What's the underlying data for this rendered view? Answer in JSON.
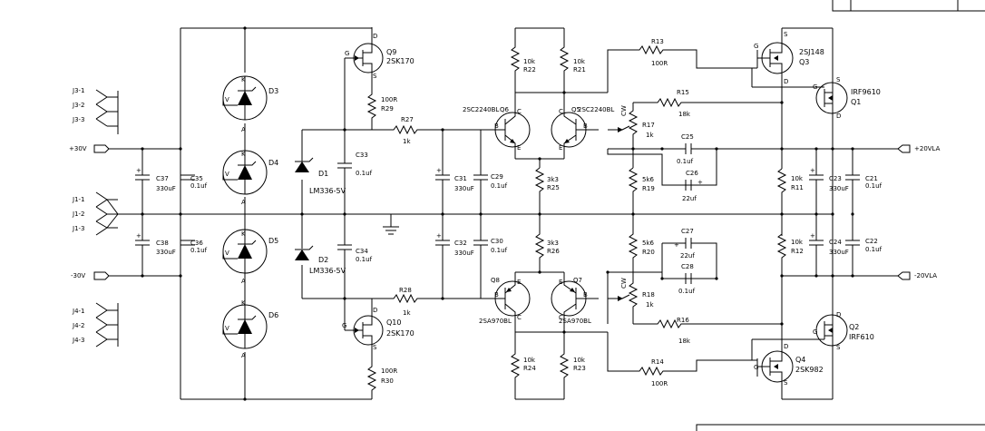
{
  "connectors": {
    "j3_1": "J3-1",
    "j3_2": "J3-2",
    "j3_3": "J3-3",
    "pos30": "+30V",
    "j1_1": "J1-1",
    "j1_2": "J1-2",
    "j1_3": "J1-3",
    "neg30": "-30V",
    "j4_1": "J4-1",
    "j4_2": "J4-2",
    "j4_3": "J4-3",
    "out_pos": "+20VLA",
    "out_neg": "-20VLA"
  },
  "pin_labels": {
    "k": "K",
    "a": "A",
    "v": "V",
    "g": "G",
    "s": "S",
    "d": "D",
    "b": "B",
    "c": "C",
    "e": "E",
    "cw": "CW"
  },
  "components": {
    "c37": {
      "ref": "C37",
      "val": "330uF"
    },
    "c35": {
      "ref": "C35",
      "val": "0.1uf"
    },
    "c38": {
      "ref": "C38",
      "val": "330uF"
    },
    "c36": {
      "ref": "C36",
      "val": "0.1uf"
    },
    "d3": {
      "ref": "D3"
    },
    "d4": {
      "ref": "D4"
    },
    "d5": {
      "ref": "D5"
    },
    "d6": {
      "ref": "D6"
    },
    "d1": {
      "ref": "D1",
      "val": "LM336-5V"
    },
    "d2": {
      "ref": "D2",
      "val": "LM336-5V"
    },
    "q9": {
      "ref": "Q9",
      "val": "2SK170"
    },
    "q10": {
      "ref": "Q10",
      "val": "2SK170"
    },
    "r29": {
      "ref": "R29",
      "val": "100R"
    },
    "r30": {
      "ref": "R30",
      "val": "100R"
    },
    "c33": {
      "ref": "C33",
      "val": "0.1uf"
    },
    "c34": {
      "ref": "C34",
      "val": "0.1uf"
    },
    "r27": {
      "ref": "R27",
      "val": "1k"
    },
    "r28": {
      "ref": "R28",
      "val": "1k"
    },
    "c31": {
      "ref": "C31",
      "val": "330uF"
    },
    "c29": {
      "ref": "C29",
      "val": "0.1uf"
    },
    "c32": {
      "ref": "C32",
      "val": "330uF"
    },
    "c30": {
      "ref": "C30",
      "val": "0.1uf"
    },
    "r22": {
      "ref": "R22",
      "val": "10k"
    },
    "r21": {
      "ref": "R21",
      "val": "10k"
    },
    "q6": {
      "ref": "Q6",
      "val": "2SC2240BL"
    },
    "q5": {
      "ref": "Q5",
      "val": "2SC2240BL"
    },
    "r25": {
      "ref": "R25",
      "val": "3k3"
    },
    "r26": {
      "ref": "R26",
      "val": "3k3"
    },
    "q8": {
      "ref": "Q8",
      "val": "2SA970BL"
    },
    "q7": {
      "ref": "Q7",
      "val": "2SA970BL"
    },
    "r24": {
      "ref": "R24",
      "val": "10k"
    },
    "r23": {
      "ref": "R23",
      "val": "10k"
    },
    "r13": {
      "ref": "R13",
      "val": "100R"
    },
    "r14": {
      "ref": "R14",
      "val": "100R"
    },
    "r15": {
      "ref": "R15",
      "val": "18k"
    },
    "r16": {
      "ref": "R16",
      "val": "18k"
    },
    "r17": {
      "ref": "R17",
      "val": "1k"
    },
    "r18": {
      "ref": "R18",
      "val": "1k"
    },
    "c25": {
      "ref": "C25",
      "val": "0.1uf"
    },
    "c26": {
      "ref": "C26",
      "val": "22uf"
    },
    "c27": {
      "ref": "C27",
      "val": "22uf"
    },
    "c28": {
      "ref": "C28",
      "val": "0.1uf"
    },
    "r19": {
      "ref": "R19",
      "val": "5k6"
    },
    "r20": {
      "ref": "R20",
      "val": "5k6"
    },
    "q3": {
      "ref": "Q3",
      "val": "2SJ148"
    },
    "q1": {
      "ref": "Q1",
      "val": "IRF9610"
    },
    "q4": {
      "ref": "Q4",
      "val": "2SK982"
    },
    "q2": {
      "ref": "Q2",
      "val": "IRF610"
    },
    "r11": {
      "ref": "R11",
      "val": "10k"
    },
    "r12": {
      "ref": "R12",
      "val": "10k"
    },
    "c23": {
      "ref": "C23",
      "val": "330uF"
    },
    "c21": {
      "ref": "C21",
      "val": "0.1uf"
    },
    "c24": {
      "ref": "C24",
      "val": "330uF"
    },
    "c22": {
      "ref": "C22",
      "val": "0.1uf"
    }
  }
}
